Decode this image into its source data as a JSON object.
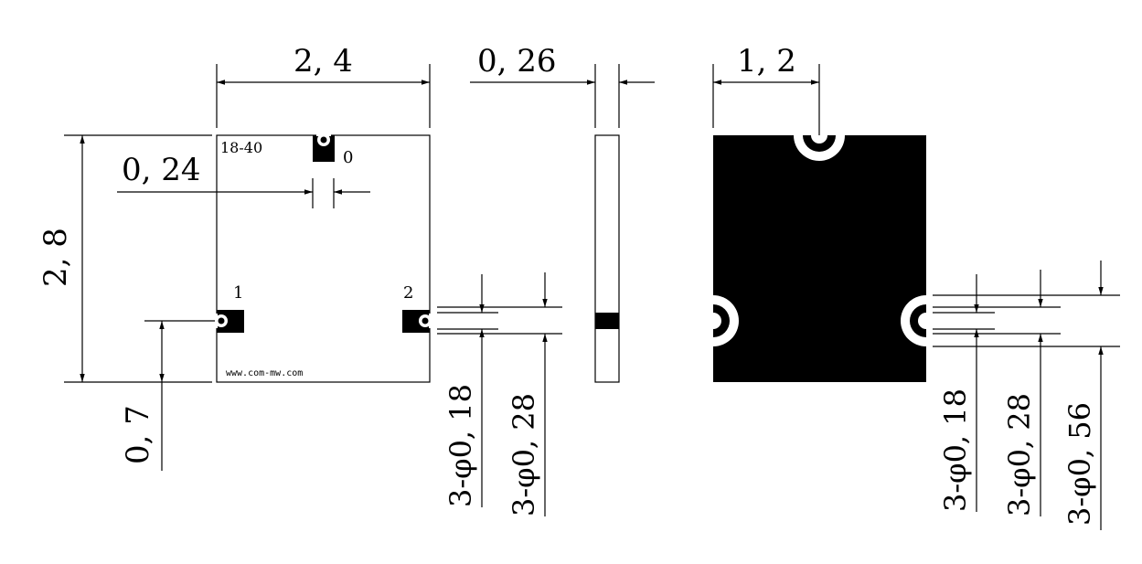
{
  "front_view": {
    "width_dim": "2, 4",
    "height_dim": "2, 8",
    "slot_dim": "0, 24",
    "pad_offset_dim": "0, 7",
    "part_code": "18-40",
    "website": "www.com-mw.com",
    "pin_labels": [
      "0",
      "1",
      "2"
    ],
    "hole_dims": [
      "3-φ0, 18",
      "3-φ0, 28"
    ]
  },
  "side_view": {
    "thickness_dim": "0, 26"
  },
  "back_view": {
    "offset_dim": "1, 2",
    "hole_dims": [
      "3-φ0, 18",
      "3-φ0, 28",
      "3-φ0, 56"
    ]
  },
  "colors": {
    "line": "#000000",
    "fill": "#000000",
    "background": "#ffffff"
  }
}
